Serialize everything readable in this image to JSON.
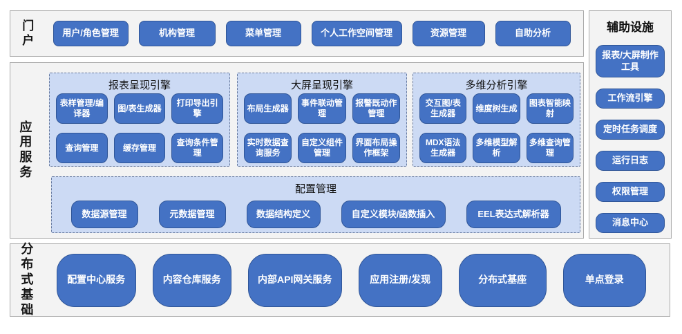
{
  "portal": {
    "label": "门户",
    "buttons": [
      "用户/角色管理",
      "机构管理",
      "菜单管理",
      "个人工作空间管理",
      "资源管理",
      "自助分析"
    ]
  },
  "app_services": {
    "label": "应用服务",
    "engines": [
      {
        "title": "报表呈现引擎",
        "buttons": [
          "表样管理/编译器",
          "图/表生成器",
          "打印导出引擎",
          "查询管理",
          "缓存管理",
          "查询条件管理"
        ]
      },
      {
        "title": "大屏呈现引擎",
        "buttons": [
          "布局生成器",
          "事件联动管理",
          "报警既动作管理",
          "实时数据查询服务",
          "自定义组件管理",
          "界面布局操作框架"
        ]
      },
      {
        "title": "多维分析引擎",
        "buttons": [
          "交互图/表生成器",
          "维度树生成",
          "图表智能映射",
          "MDX语法生成器",
          "多维模型解析",
          "多维查询管理"
        ]
      }
    ],
    "config": {
      "title": "配置管理",
      "buttons": [
        "数据源管理",
        "元数据管理",
        "数据结构定义",
        "自定义模块/函数插入",
        "EEL表达式解析器"
      ]
    }
  },
  "auxiliary": {
    "title": "辅助设施",
    "buttons": [
      "报表/大屏制作工具",
      "工作流引擎",
      "定时任务调度",
      "运行日志",
      "权限管理",
      "消息中心"
    ]
  },
  "distributed": {
    "label": "分布式基础",
    "buttons": [
      "配置中心服务",
      "内容仓库服务",
      "内部API网关服务",
      "应用注册/发现",
      "分布式基座",
      "单点登录"
    ]
  },
  "colors": {
    "button_fill": "#4472C4",
    "button_border": "#2F5597",
    "panel_fill": "#CCDAF4",
    "panel_border": "#64779C",
    "section_fill": "#F3F3F3",
    "section_border": "#A9A9A9",
    "button_text": "#FFFFFF",
    "title_text": "#111111"
  }
}
